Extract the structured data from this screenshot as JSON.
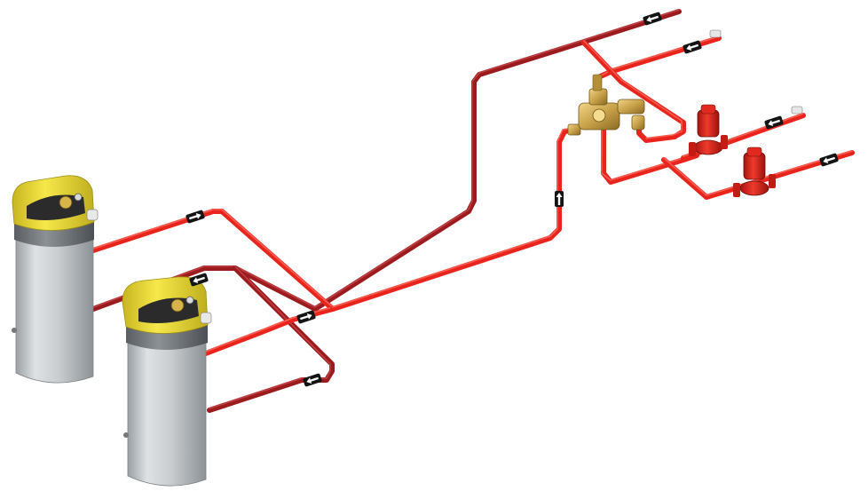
{
  "diagram": {
    "components": {
      "heaters": [
        {
          "id": "heater-left"
        },
        {
          "id": "heater-right"
        }
      ],
      "mixing_valve": {
        "id": "thermostatic-mixing-valve",
        "color": "#c9a24a"
      },
      "pumps": [
        {
          "id": "pump-upper"
        },
        {
          "id": "pump-lower"
        }
      ]
    },
    "colors": {
      "hot_supply": "#e8241c",
      "return": "#9b1b1e",
      "heater_cap": "#f2e33a",
      "heater_body": "#d3d6d8",
      "valve_brass": "#c9a24a",
      "pump": "#d9231b"
    },
    "flow_arrows": [
      {
        "id": "arrow-top-return",
        "direction": "left"
      },
      {
        "id": "arrow-top-supply",
        "direction": "left"
      },
      {
        "id": "arrow-middle-supply",
        "direction": "left"
      },
      {
        "id": "arrow-lower-supply",
        "direction": "left"
      },
      {
        "id": "arrow-riser",
        "direction": "up"
      },
      {
        "id": "arrow-heater1-top",
        "direction": "right"
      },
      {
        "id": "arrow-heater2-top",
        "direction": "left"
      },
      {
        "id": "arrow-mid-junction",
        "direction": "right"
      },
      {
        "id": "arrow-heater2-bottom",
        "direction": "left"
      }
    ]
  }
}
